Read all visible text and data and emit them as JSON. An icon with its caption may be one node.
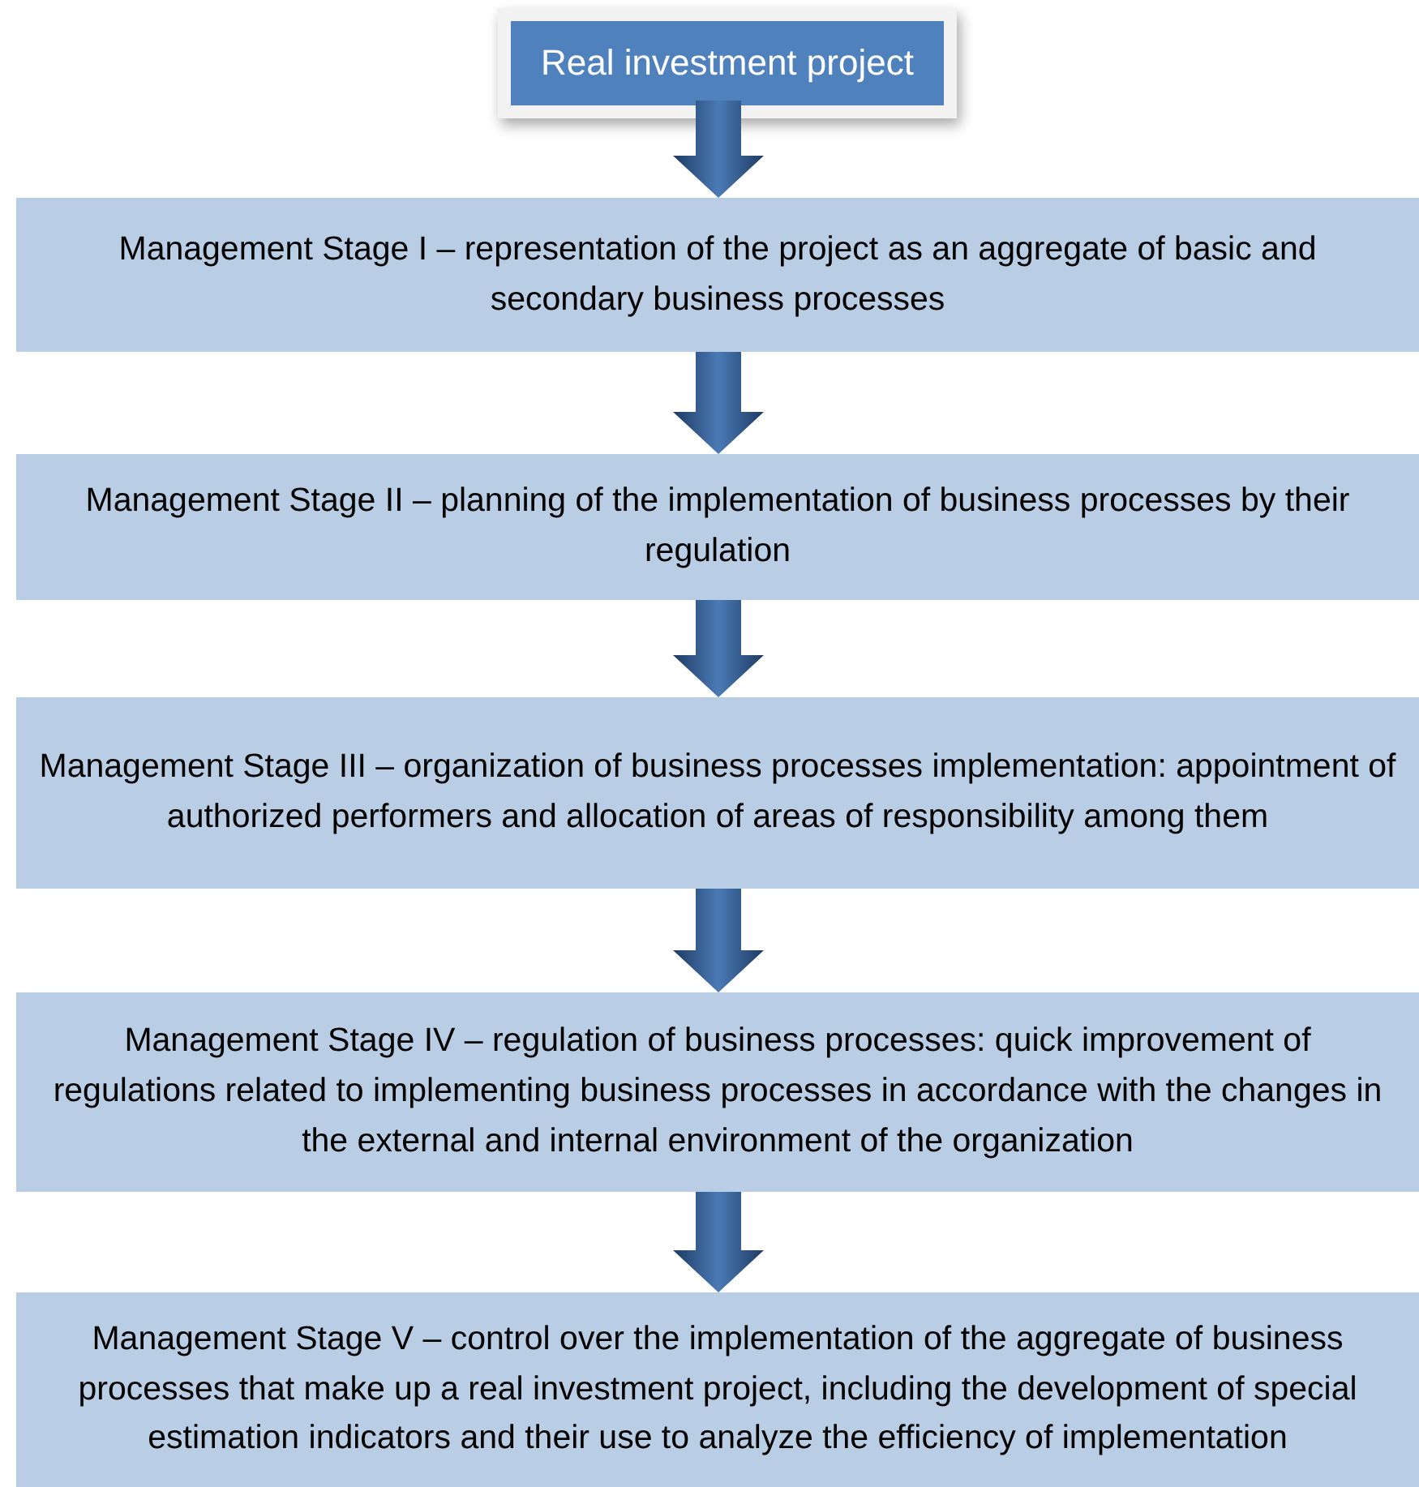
{
  "diagram": {
    "nodes": [
      {
        "text": [
          "Real investment project"
        ]
      },
      {
        "text": [
          "Management Stage I – representation of the project as an aggregate of basic and secondary business processes"
        ]
      },
      {
        "text": [
          "Management Stage II – planning of the implementation of business processes by their regulation"
        ]
      },
      {
        "text": [
          "Management Stage III – organization of business processes implementation: appointment of authorized performers and allocation of areas of responsibility among them"
        ]
      },
      {
        "text": [
          "Management Stage IV – regulation of business processes: quick improvement of regulations related to implementing business processes in accordance with the changes in the external and internal environment of the organization"
        ]
      },
      {
        "text": [
          "Management Stage V – control over the implementation of the aggregate of business processes that make up a real investment project, including the development of special estimation indicators and their use to analyze the efficiency of implementation"
        ]
      }
    ],
    "edges": [
      {
        "from": 0,
        "to": 1,
        "arrow": "to"
      },
      {
        "from": 1,
        "to": 2,
        "arrow": "to"
      },
      {
        "from": 2,
        "to": 3,
        "arrow": "to"
      },
      {
        "from": 3,
        "to": 4,
        "arrow": "to"
      },
      {
        "from": 4,
        "to": 5,
        "arrow": "to"
      }
    ]
  }
}
